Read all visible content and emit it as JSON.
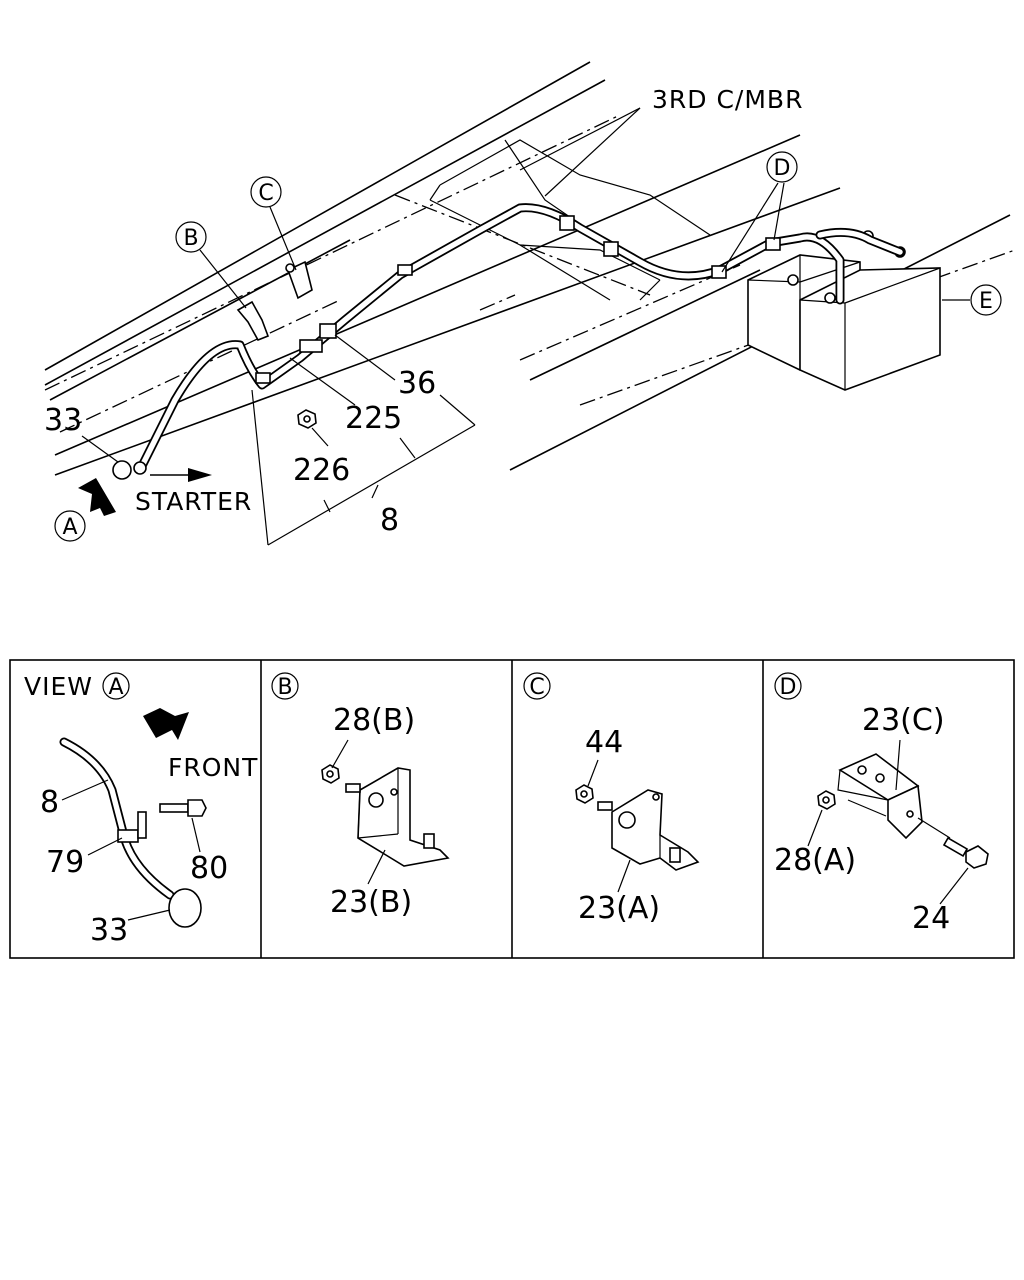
{
  "main_view": {
    "labels": {
      "third_crossmember": "3RD C/MBR",
      "starter": "STARTER",
      "part_33": "33",
      "part_36": "36",
      "part_225": "225",
      "part_226": "226",
      "part_8": "8"
    },
    "callouts": {
      "a": "A",
      "b": "B",
      "c": "C",
      "d": "D",
      "e": "E"
    }
  },
  "detail_panels": [
    {
      "circle_label": "A",
      "title": "VIEW",
      "front_label": "FRONT",
      "parts": [
        "8",
        "79",
        "80",
        "33"
      ]
    },
    {
      "circle_label": "B",
      "parts": [
        "28(B)",
        "23(B)"
      ]
    },
    {
      "circle_label": "C",
      "parts": [
        "44",
        "23(A)"
      ]
    },
    {
      "circle_label": "D",
      "parts": [
        "23(C)",
        "28(A)",
        "24"
      ]
    }
  ]
}
